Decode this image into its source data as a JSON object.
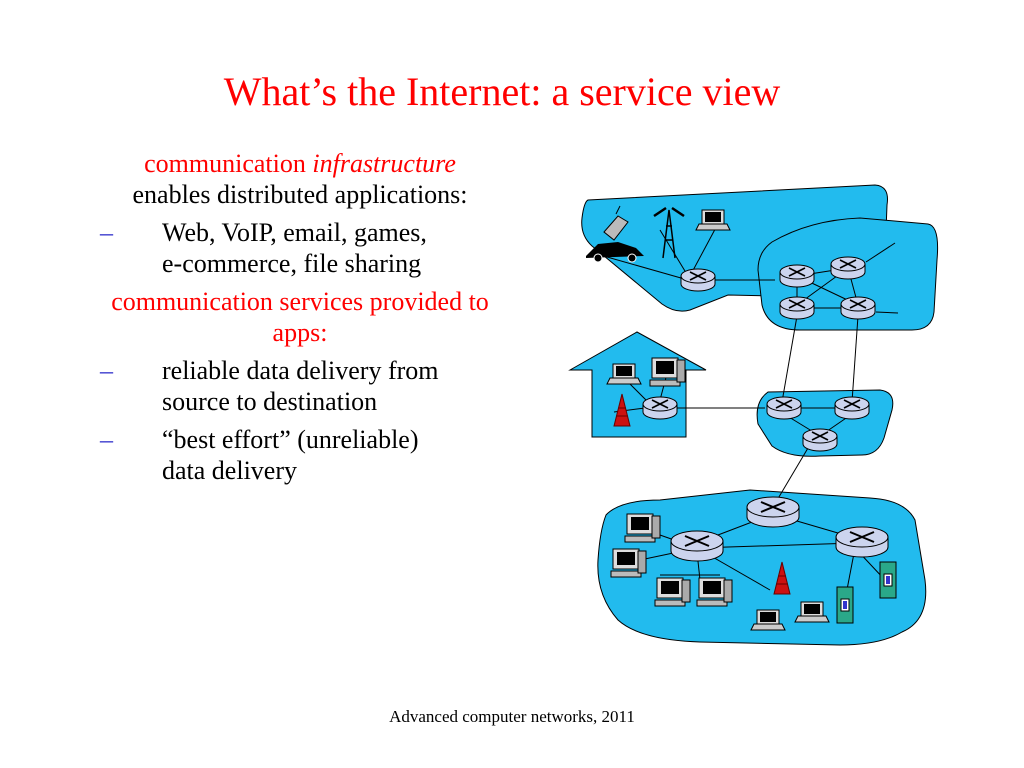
{
  "slide": {
    "title": "What’s the Internet: a service view",
    "intro": {
      "line1_plain": "communication ",
      "line1_italic": "infrastructure",
      "line2": "enables distributed applications:"
    },
    "bullets_1": [
      {
        "line1": "Web, VoIP, email, games,",
        "line2": "e-commerce, file sharing"
      }
    ],
    "section_2": {
      "line1": "communication services provided to",
      "line2": "apps:"
    },
    "bullets_2": [
      {
        "line1": "reliable data delivery from",
        "line2": "source to destination"
      },
      {
        "line1": "“best effort” (unreliable)",
        "line2": "data delivery"
      }
    ],
    "dash_glyph": "–",
    "footer": "Advanced computer networks, 2011"
  },
  "colors": {
    "accent_red": "#ff0000",
    "dash_blue": "#3333cc",
    "network_cloud": "#22bbee",
    "router_fill": "#ccd4ee"
  },
  "icons": [
    "router-icon",
    "cell-phone-icon",
    "laptop-icon",
    "desktop-computer-icon",
    "server-icon",
    "cell-tower-icon",
    "car-icon",
    "house-icon"
  ]
}
